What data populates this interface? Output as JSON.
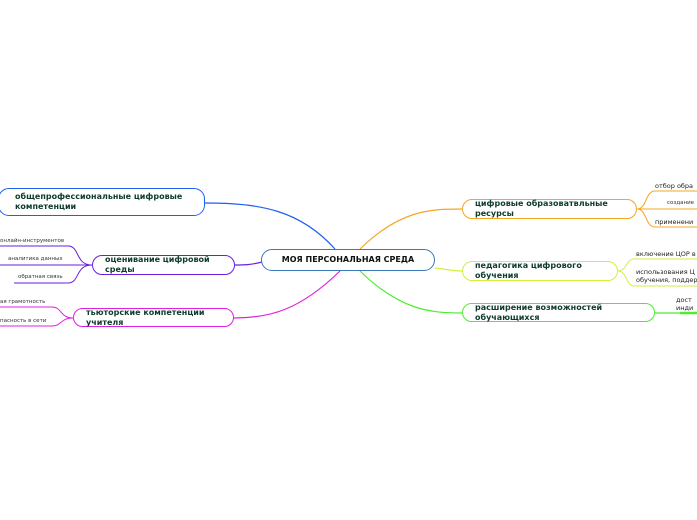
{
  "central": {
    "label": "МОЯ ПЕРСОНАЛЬНАЯ СРЕДА",
    "color": "#3a78b8"
  },
  "branches": [
    {
      "label": "общепрофессиональные цифровые компетенции",
      "color": "#1f5ff0",
      "leaves": []
    },
    {
      "label": "оценивание цифровой среды",
      "color": "#6a1fe0",
      "leaves": [
        "онлайн-инструментов",
        "аналитика данных",
        "обратная связь"
      ]
    },
    {
      "label": "тьюторские компетенции учителя",
      "color": "#e020e0",
      "leaves": [
        "ая грамотность",
        "пасность в сети"
      ]
    },
    {
      "label": "цифровые образоватвльные ресурсы",
      "color": "#f5a623",
      "leaves": [
        "отбор обра",
        "создание",
        "применени"
      ]
    },
    {
      "label": "педагогика цифрового обучения",
      "color": "#d4ee3c",
      "leaves": [
        "включение ЦОР в",
        "использования Ц",
        "обучения, поддер"
      ]
    },
    {
      "label": "расширение возможностей обучающихся",
      "color": "#4cee2c",
      "leaves": [
        "дост",
        "инди"
      ]
    }
  ]
}
